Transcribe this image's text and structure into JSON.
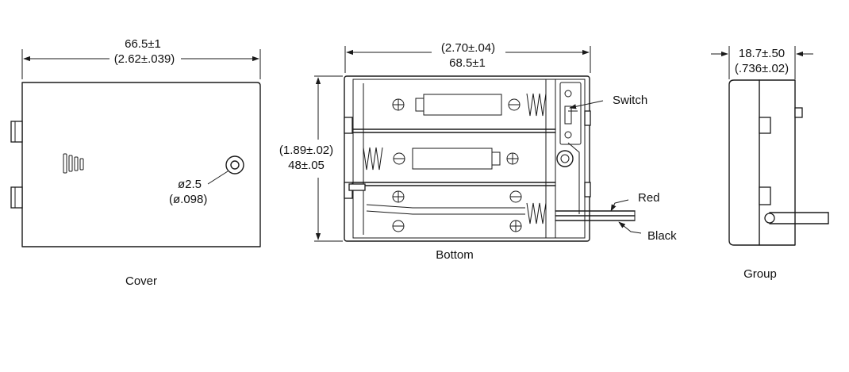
{
  "cover": {
    "width_mm": "66.5±1",
    "width_in": "(2.62±.039)",
    "hole_mm": "ø2.5",
    "hole_in": "(ø.098)",
    "caption": "Cover"
  },
  "bottom": {
    "width_in": "(2.70±.04)",
    "width_mm": "68.5±1",
    "height_in": "(1.89±.02)",
    "height_mm": "48±.05",
    "switch_label": "Switch",
    "red_label": "Red",
    "black_label": "Black",
    "caption": "Bottom"
  },
  "group": {
    "depth_mm": "18.7±.50",
    "depth_in": "(.736±.02)",
    "caption": "Group"
  }
}
